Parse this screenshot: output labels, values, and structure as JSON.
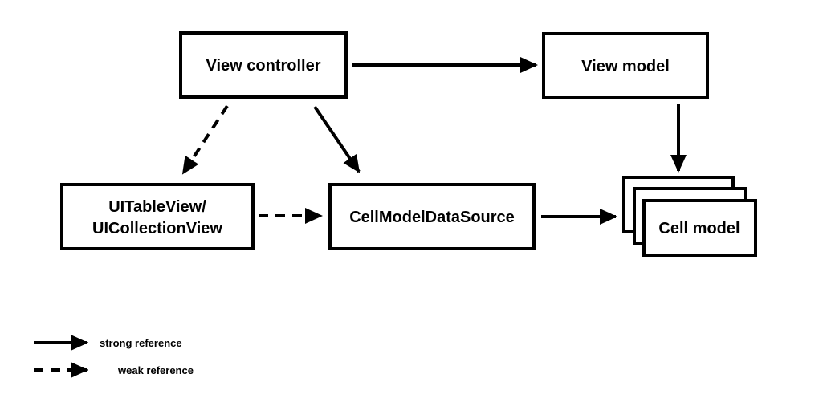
{
  "nodes": {
    "view_controller": "View controller",
    "view_model": "View model",
    "table_view_line1": "UITableView/",
    "table_view_line2": "UICollectionView",
    "data_source": "CellModelDataSource",
    "cell_model": "Cell model"
  },
  "edges": [
    {
      "from": "View controller",
      "to": "View model",
      "style": "strong"
    },
    {
      "from": "View controller",
      "to": "UITableView/UICollectionView",
      "style": "weak"
    },
    {
      "from": "View controller",
      "to": "CellModelDataSource",
      "style": "strong"
    },
    {
      "from": "View model",
      "to": "Cell model",
      "style": "strong"
    },
    {
      "from": "UITableView/UICollectionView",
      "to": "CellModelDataSource",
      "style": "weak"
    },
    {
      "from": "CellModelDataSource",
      "to": "Cell model",
      "style": "strong"
    }
  ],
  "legend": {
    "strong": "strong reference",
    "weak": "weak reference"
  },
  "colors": {
    "stroke": "#000000",
    "background": "#ffffff"
  }
}
